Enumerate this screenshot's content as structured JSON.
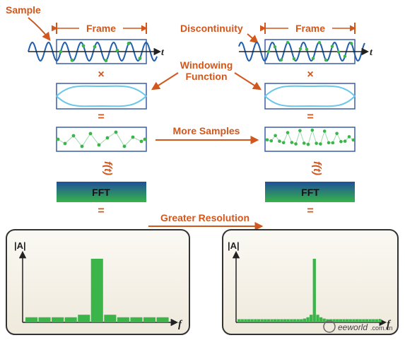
{
  "labels": {
    "sample": "Sample",
    "frame_left": "Frame",
    "frame_right": "Frame",
    "discontinuity": "Discontinuity",
    "windowing_function_line1": "Windowing",
    "windowing_function_line2": "Function",
    "more_samples": "More Samples",
    "greater_resolution": "Greater Resolution",
    "time_axis_left": "t",
    "time_axis_right": "t",
    "times_left": "×",
    "times_right": "×",
    "equals_left_1": "=",
    "equals_right_1": "=",
    "equals_left_2": "=",
    "equals_right_2": "=",
    "ft_left": "f(t)",
    "ft_right": "f(t)",
    "fft_left": "FFT",
    "fft_right": "FFT",
    "amp_left": "|A|",
    "amp_right": "|A|",
    "freq_axis_left": "f",
    "freq_axis_right": "f"
  },
  "watermark": {
    "brand": "eeworld",
    "domain": ".com.cn"
  },
  "colors": {
    "orange": "#d2571c",
    "sine": "#1f5fae",
    "frame_box": "#3a5fa8",
    "window_curve": "#6ac7ea",
    "sample_dot": "#3bb54a",
    "spectrum_bar": "#3bb54a",
    "panel_bg": "#f6f2ea",
    "fft_gradient_top": "#1f4f9a",
    "fft_gradient_bottom": "#36b34a"
  },
  "spectrum_left": [
    0.08,
    0.08,
    0.08,
    0.08,
    0.12,
    1.0,
    0.12,
    0.08,
    0.08,
    0.08,
    0.08
  ],
  "spectrum_right": [
    0.05,
    0.05,
    0.05,
    0.05,
    0.05,
    0.05,
    0.05,
    0.05,
    0.05,
    0.05,
    0.05,
    0.05,
    0.05,
    0.05,
    0.05,
    0.05,
    0.05,
    0.05,
    0.05,
    0.05,
    0.06,
    0.08,
    0.12,
    1.0,
    0.12,
    0.08,
    0.06,
    0.05,
    0.05,
    0.05,
    0.05,
    0.05,
    0.05,
    0.05,
    0.05,
    0.05,
    0.05,
    0.05,
    0.05,
    0.05,
    0.05,
    0.05,
    0.05,
    0.05
  ]
}
